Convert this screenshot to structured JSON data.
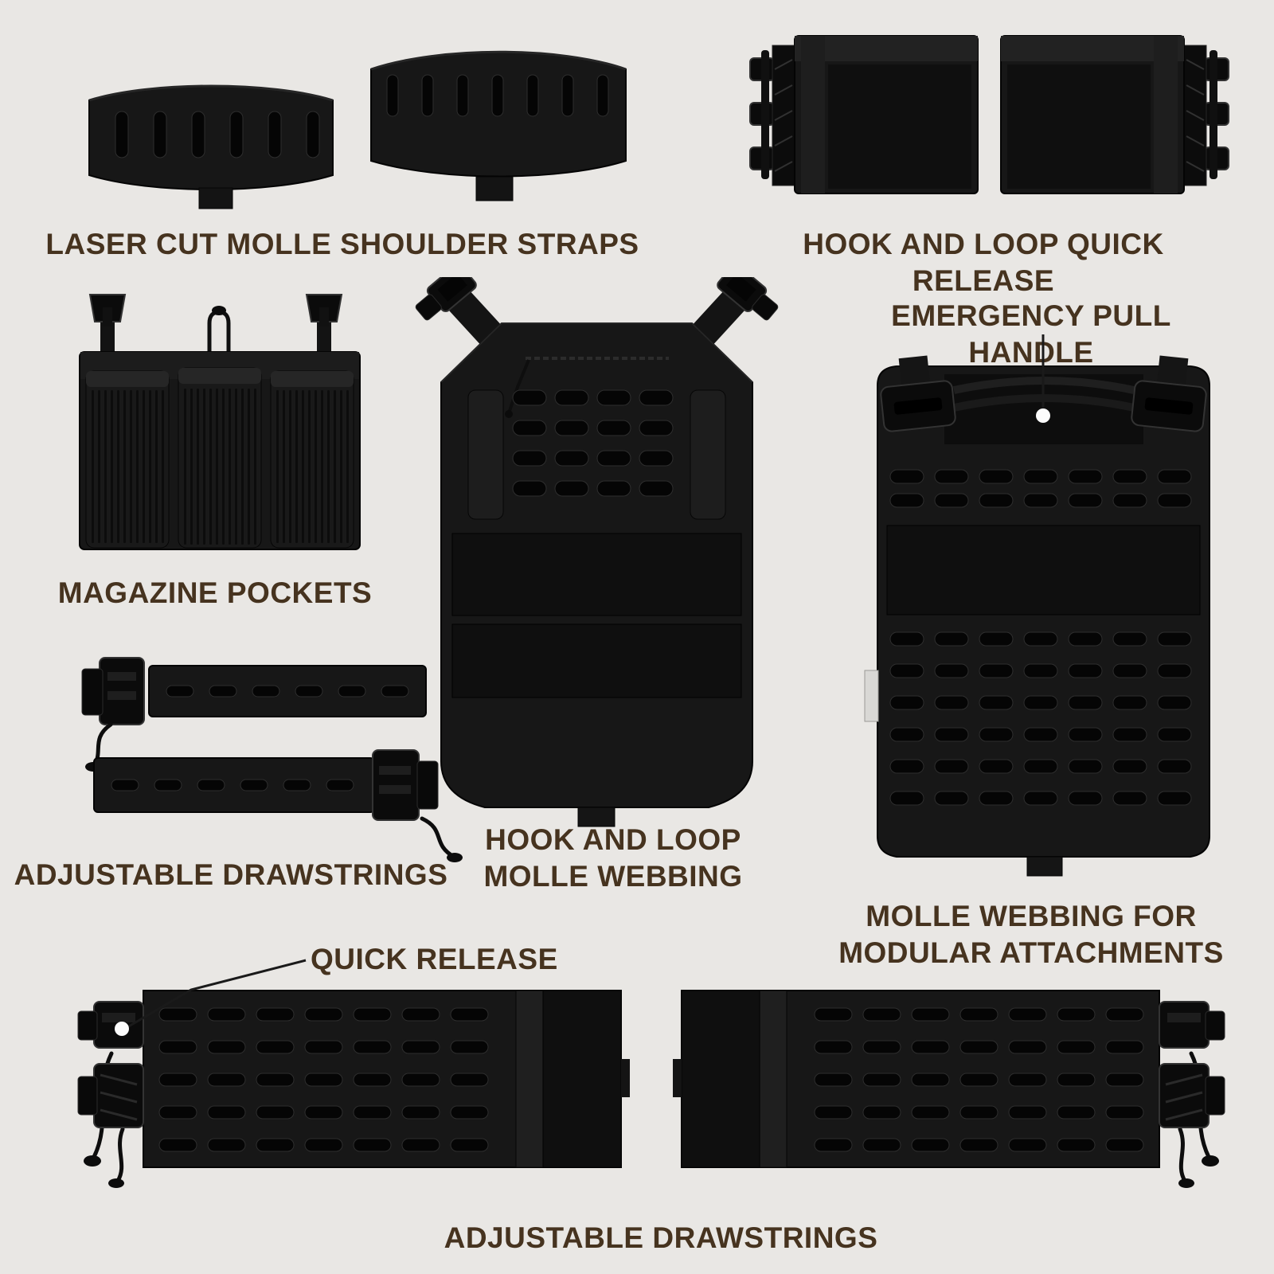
{
  "colors": {
    "background": "#e9e7e4",
    "label_text": "#46331f",
    "gear_black": "#171717",
    "callout_line": "#1a1a1a",
    "callout_dot": "#fcfcfc"
  },
  "labels": {
    "laser_cut_molle_shoulder_straps": "LASER CUT MOLLE SHOULDER STRAPS",
    "hook_and_loop_quick_release": "HOOK AND LOOP QUICK RELEASE",
    "emergency_pull_handle": "EMERGENCY PULL HANDLE",
    "magazine_pockets": "MAGAZINE POCKETS",
    "hook_and_loop_molle_webbing": {
      "line1": "HOOK AND LOOP",
      "line2": "MOLLE WEBBING"
    },
    "adjustable_drawstrings_left": "ADJUSTABLE DRAWSTRINGS",
    "molle_webbing_modular": {
      "line1": "MOLLE WEBBING FOR",
      "line2": "MODULAR ATTACHMENTS"
    },
    "quick_release": "QUICK RELEASE",
    "adjustable_drawstrings_bottom": "ADJUSTABLE DRAWSTRINGS"
  },
  "icons": {
    "callout_dot_emergency": "white-dot-marker",
    "callout_dot_quick_release": "white-dot-marker"
  }
}
